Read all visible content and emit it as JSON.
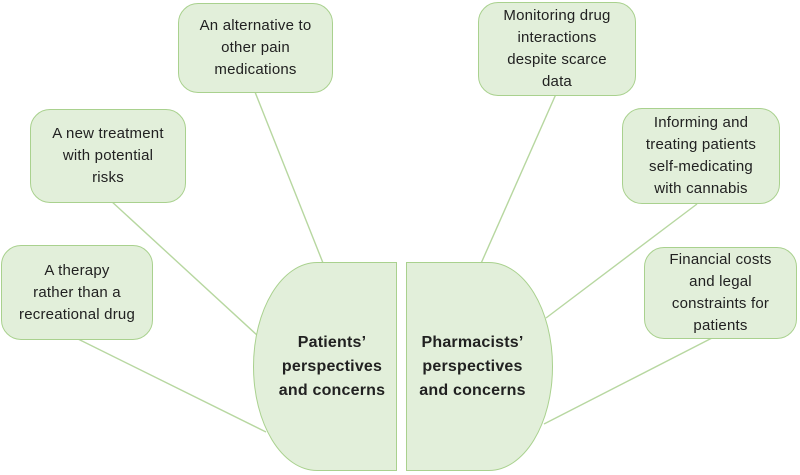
{
  "diagram": {
    "type": "mind-map",
    "colors": {
      "node_fill": "#e2efda",
      "node_border": "#a9d18e",
      "connector": "#b7d7a0",
      "text": "#212121"
    },
    "left_group": {
      "center_label": "Patients’\nperspectives\nand concerns",
      "boxes": [
        {
          "text": "An alternative to\nother pain\nmedications"
        },
        {
          "text": "A new treatment\nwith potential\nrisks"
        },
        {
          "text": "A therapy\nrather than a\nrecreational drug"
        }
      ]
    },
    "right_group": {
      "center_label": "Pharmacists’\nperspectives\nand concerns",
      "boxes": [
        {
          "text": "Monitoring drug\ninteractions\ndespite scarce\ndata"
        },
        {
          "text": "Informing and\ntreating patients\nself-medicating\nwith cannabis"
        },
        {
          "text": "Financial costs\nand legal\nconstraints for\npatients"
        }
      ]
    }
  }
}
